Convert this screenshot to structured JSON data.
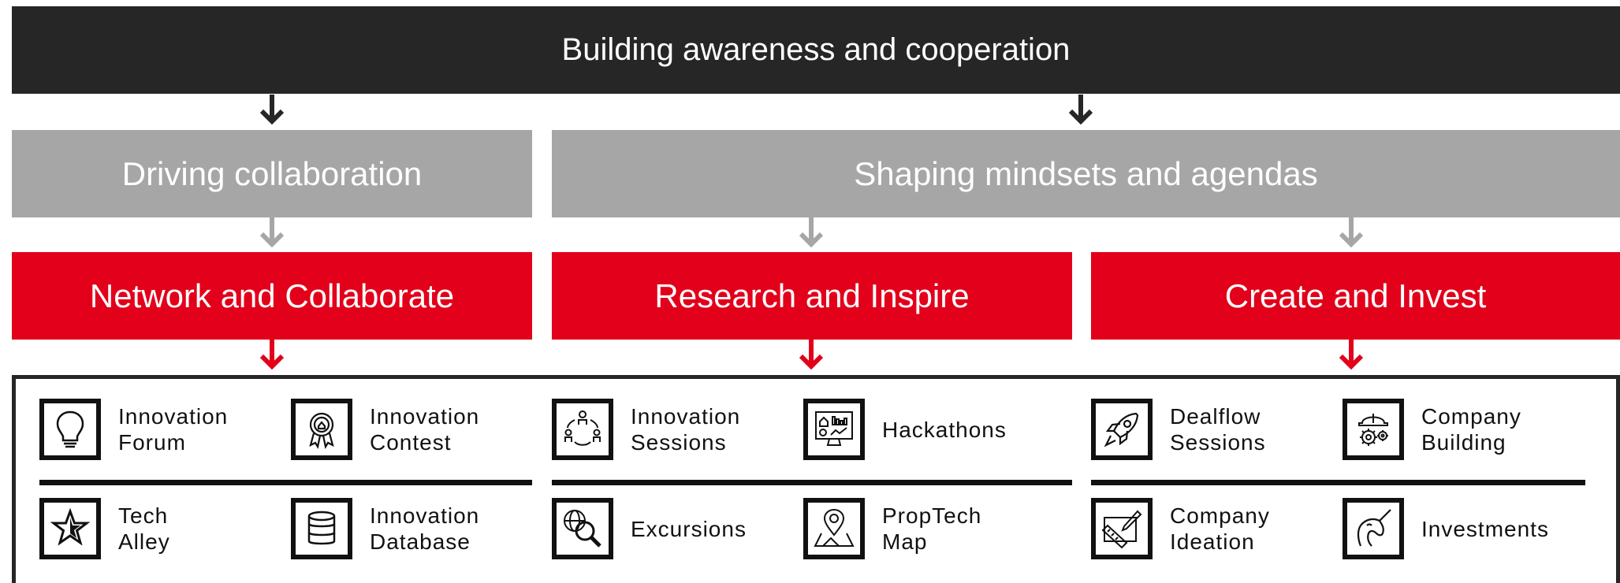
{
  "top": {
    "title": "Building awareness and cooperation"
  },
  "middle": [
    {
      "title": "Driving collaboration"
    },
    {
      "title": "Shaping mindsets and agendas"
    }
  ],
  "pillars": [
    {
      "title": "Network and Collaborate"
    },
    {
      "title": "Research and Inspire"
    },
    {
      "title": "Create and Invest"
    }
  ],
  "items": [
    {
      "line1": "Innovation",
      "line2": "Forum",
      "icon": "lightbulb-icon"
    },
    {
      "line1": "Innovation",
      "line2": "Contest",
      "icon": "award-badge-icon"
    },
    {
      "line1": "Innovation",
      "line2": "Sessions",
      "icon": "people-network-icon"
    },
    {
      "line1": "Hackathons",
      "line2": "",
      "icon": "dashboard-screen-icon"
    },
    {
      "line1": "Dealflow",
      "line2": "Sessions",
      "icon": "rocket-icon"
    },
    {
      "line1": "Company",
      "line2": "Building",
      "icon": "helmet-gears-icon"
    },
    {
      "line1": "Tech",
      "line2": "Alley",
      "icon": "star-icon"
    },
    {
      "line1": "Innovation",
      "line2": "Database",
      "icon": "database-icon"
    },
    {
      "line1": "Excursions",
      "line2": "",
      "icon": "globe-magnifier-icon"
    },
    {
      "line1": "PropTech",
      "line2": "Map",
      "icon": "map-pin-icon"
    },
    {
      "line1": "Company",
      "line2": "Ideation",
      "icon": "drafting-tools-icon"
    },
    {
      "line1": "Investments",
      "line2": "",
      "icon": "unicorn-icon"
    }
  ],
  "colors": {
    "dark": "#262626",
    "grey": "#a6a6a6",
    "red": "#e2001a"
  }
}
